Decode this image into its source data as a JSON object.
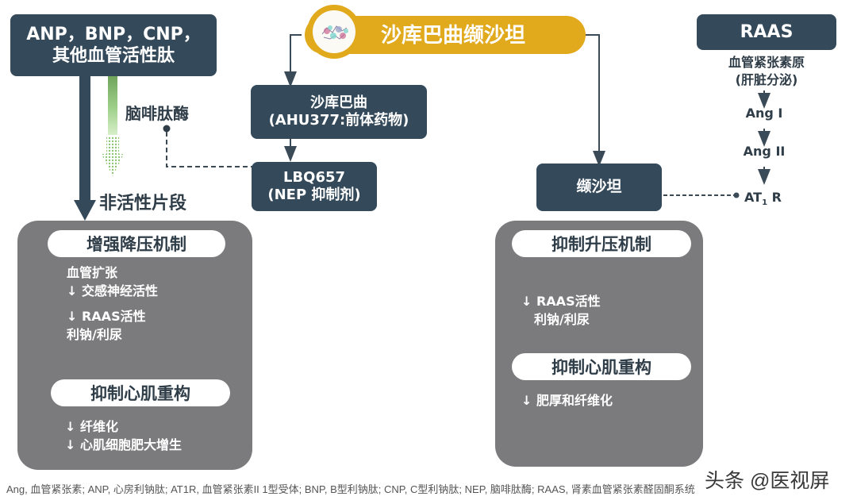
{
  "title": {
    "drug_name": "沙库巴曲缬沙坦",
    "brand_color": "#e1a91c",
    "molecule_icon": "molecule-structure-icon"
  },
  "left_source": {
    "line1": "ANP，BNP，CNP，",
    "line2": "其他血管活性肽"
  },
  "nep_label": "脑啡肽酶",
  "inactive_label": "非活性片段",
  "sacubitril": {
    "line1": "沙库巴曲",
    "line2": "(AHU377:前体药物)"
  },
  "lbq657": {
    "line1": "LBQ657",
    "line2": "(NEP 抑制剂)"
  },
  "valsartan": {
    "label": "缬沙坦"
  },
  "raas": {
    "title": "RAAS",
    "precursor_line1": "血管紧张素原",
    "precursor_line2": "(肝脏分泌)",
    "step1": "Ang I",
    "step2": "Ang II",
    "receptor_main": "AT",
    "receptor_sub": "1",
    "receptor_suffix": " R"
  },
  "left_panel": {
    "heading1": "增强降压机制",
    "items1": [
      "血管扩张",
      "↓ 交感神经活性",
      "↓ RAAS活性",
      "利钠/利尿"
    ],
    "heading2": "抑制心肌重构",
    "items2": [
      "↓ 纤维化",
      "↓ 心肌细胞肥大增生"
    ]
  },
  "right_panel": {
    "heading1": "抑制升压机制",
    "items1": [
      "↓ RAAS活性",
      "利钠/利尿"
    ],
    "heading2": "抑制心肌重构",
    "items2": [
      "↓ 肥厚和纤维化"
    ]
  },
  "footnote": "Ang, 血管紧张素; ANP, 心房利钠肽; AT1R, 血管紧张素II 1型受体; BNP, B型利钠肽; CNP, C型利钠肽; NEP, 脑啡肽酶; RAAS, 肾素血管紧张素醛固酮系统",
  "watermark": "头条 @医视屏",
  "colors": {
    "dark_box": "#34495a",
    "panel_gray": "#7b7b7d",
    "gold": "#e1a91c",
    "green_arrow": "#7fb069"
  }
}
